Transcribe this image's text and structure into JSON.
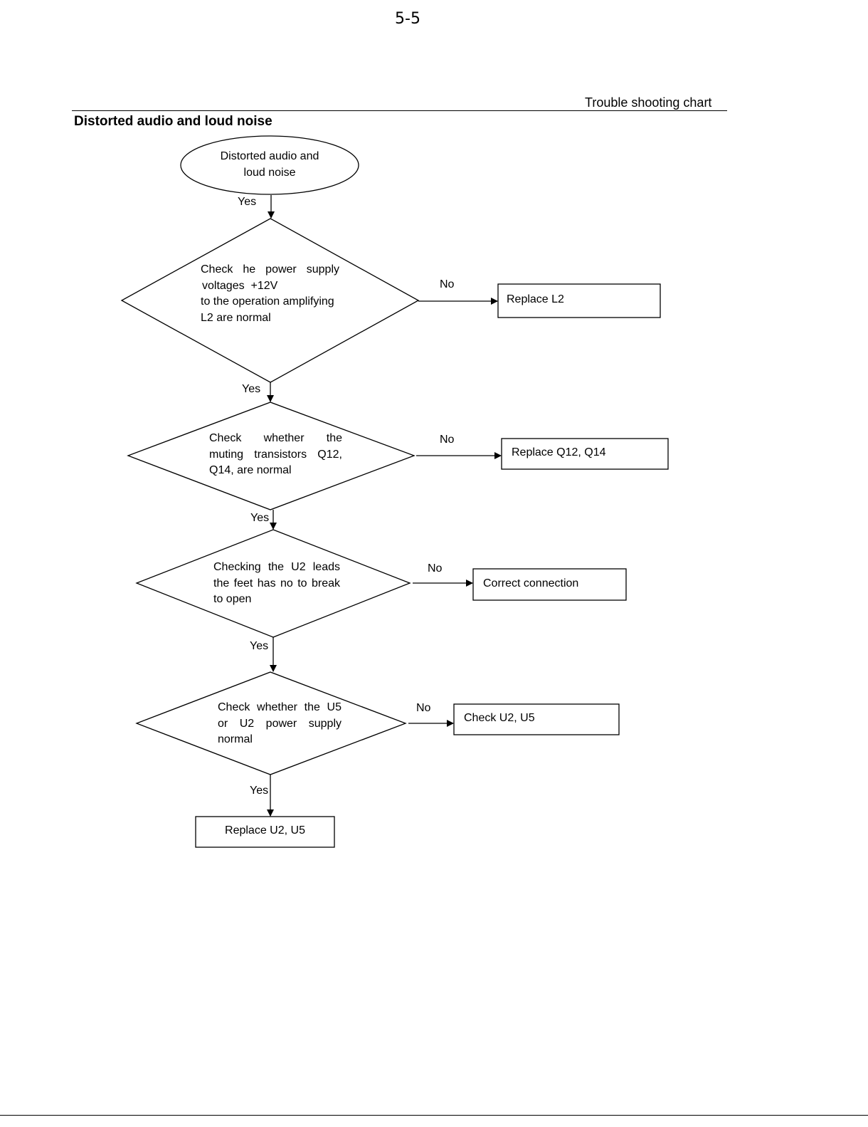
{
  "page": {
    "number": "5-5",
    "header_label": "Trouble shooting chart",
    "section_title": "Distorted audio and loud noise"
  },
  "flow": {
    "start": "Distorted audio and\nloud noise",
    "edge_yes": "Yes",
    "edge_no": "No",
    "decisions": [
      {
        "lines": [
          "Check  he  power  supply",
          "voltages  +12V",
          "to the operation amplifying",
          "L2 are normal"
        ],
        "action": "Replace L2"
      },
      {
        "lines": [
          "Check    whether    the",
          "muting  transistors  Q12,",
          "Q14, are normal"
        ],
        "action": "Replace Q12, Q14"
      },
      {
        "lines": [
          "Checking  the  U2  leads",
          "the feet has no to break",
          "to open"
        ],
        "action": "Correct connection"
      },
      {
        "lines": [
          "Check  whether  the  U5",
          "or   U2   power   supply",
          "normal"
        ],
        "action": "Check U2, U5"
      }
    ],
    "end": "Replace U2, U5"
  }
}
